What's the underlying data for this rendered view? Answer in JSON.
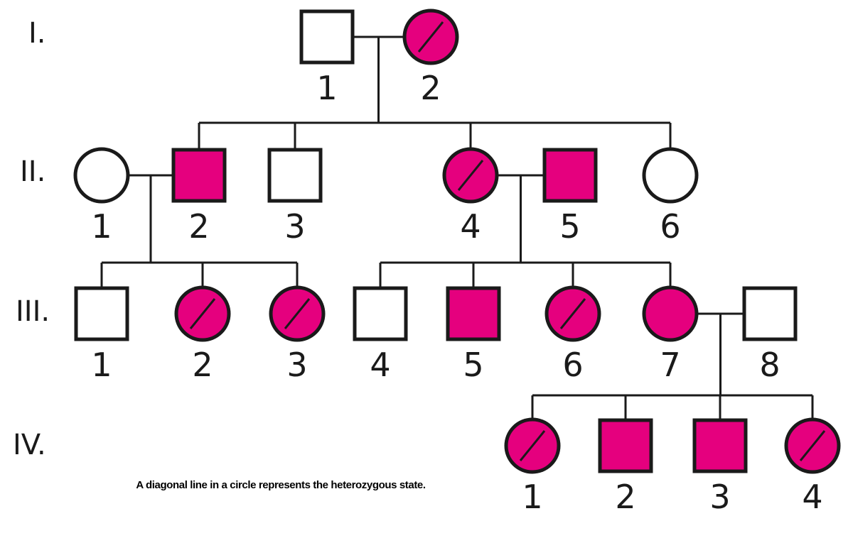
{
  "generations": [
    "I.",
    "II.",
    "III.",
    "IV."
  ],
  "note": "A diagonal line in a circle represents the heterozygous state.",
  "colors": {
    "affected": "#e5007e",
    "unaffected": "#ffffff",
    "stroke": "#1a1a1a"
  },
  "individuals": [
    {
      "id": "I-1",
      "label": "1",
      "sex": "male",
      "status": "unaffected"
    },
    {
      "id": "I-2",
      "label": "2",
      "sex": "female",
      "status": "carrier"
    },
    {
      "id": "II-1",
      "label": "1",
      "sex": "female",
      "status": "unaffected"
    },
    {
      "id": "II-2",
      "label": "2",
      "sex": "male",
      "status": "affected"
    },
    {
      "id": "II-3",
      "label": "3",
      "sex": "male",
      "status": "unaffected"
    },
    {
      "id": "II-4",
      "label": "4",
      "sex": "female",
      "status": "carrier"
    },
    {
      "id": "II-5",
      "label": "5",
      "sex": "male",
      "status": "affected"
    },
    {
      "id": "II-6",
      "label": "6",
      "sex": "female",
      "status": "unaffected"
    },
    {
      "id": "III-1",
      "label": "1",
      "sex": "male",
      "status": "unaffected"
    },
    {
      "id": "III-2",
      "label": "2",
      "sex": "female",
      "status": "carrier"
    },
    {
      "id": "III-3",
      "label": "3",
      "sex": "female",
      "status": "carrier"
    },
    {
      "id": "III-4",
      "label": "4",
      "sex": "male",
      "status": "unaffected"
    },
    {
      "id": "III-5",
      "label": "5",
      "sex": "male",
      "status": "affected"
    },
    {
      "id": "III-6",
      "label": "6",
      "sex": "female",
      "status": "carrier"
    },
    {
      "id": "III-7",
      "label": "7",
      "sex": "female",
      "status": "affected"
    },
    {
      "id": "III-8",
      "label": "8",
      "sex": "male",
      "status": "unaffected"
    },
    {
      "id": "IV-1",
      "label": "1",
      "sex": "female",
      "status": "carrier"
    },
    {
      "id": "IV-2",
      "label": "2",
      "sex": "male",
      "status": "affected"
    },
    {
      "id": "IV-3",
      "label": "3",
      "sex": "male",
      "status": "affected"
    },
    {
      "id": "IV-4",
      "label": "4",
      "sex": "female",
      "status": "carrier"
    }
  ],
  "matings": [
    {
      "partners": [
        "I-1",
        "I-2"
      ],
      "children": [
        "II-2",
        "II-3",
        "II-4",
        "II-6"
      ]
    },
    {
      "partners": [
        "II-1",
        "II-2"
      ],
      "children": [
        "III-1",
        "III-2",
        "III-3"
      ]
    },
    {
      "partners": [
        "II-4",
        "II-5"
      ],
      "children": [
        "III-4",
        "III-5",
        "III-6",
        "III-7"
      ]
    },
    {
      "partners": [
        "III-7",
        "III-8"
      ],
      "children": [
        "IV-1",
        "IV-2",
        "IV-3",
        "IV-4"
      ]
    }
  ]
}
